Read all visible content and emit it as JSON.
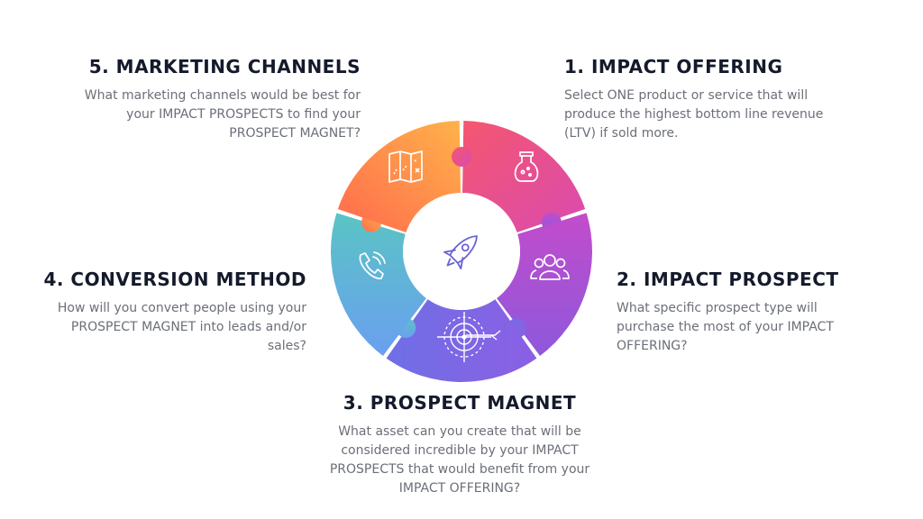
{
  "steps": {
    "s1": {
      "title": "1. IMPACT OFFERING",
      "text": "Select ONE product or service that will produce the highest bottom line revenue (LTV) if sold more."
    },
    "s2": {
      "title": "2. IMPACT PROSPECT",
      "text": "What specific prospect type will purchase the most of your IMPACT OFFERING?"
    },
    "s3": {
      "title": "3. PROSPECT MAGNET",
      "text": "What asset can you create that will be considered incredible by your IMPACT PROSPECTS that would benefit from your IMPACT OFFERING?"
    },
    "s4": {
      "title": "4. CONVERSION METHOD",
      "text": "How will you convert people using your PROSPECT MAGNET into leads and/or sales?"
    },
    "s5": {
      "title": "5. MARKETING CHANNELS",
      "text": "What marketing channels would be best for your IMPACT PROSPECTS to find your PROSPECT MAGNET?"
    }
  },
  "icons": {
    "center": "rocket-icon",
    "s1": "flask-icon",
    "s2": "people-icon",
    "s3": "target-icon",
    "s4": "phone-icon",
    "s5": "map-icon"
  },
  "colors": {
    "title": "#141a2b",
    "body": "#6b6f78",
    "seg1": [
      "#f5566f",
      "#d94bb0"
    ],
    "seg2": [
      "#c24ccb",
      "#8e58dc"
    ],
    "seg3": [
      "#8b5fe3",
      "#6f6fe6"
    ],
    "seg4": [
      "#6a9ff0",
      "#5ac4c4"
    ],
    "seg5": [
      "#ff6a4d",
      "#ffb24a"
    ]
  }
}
